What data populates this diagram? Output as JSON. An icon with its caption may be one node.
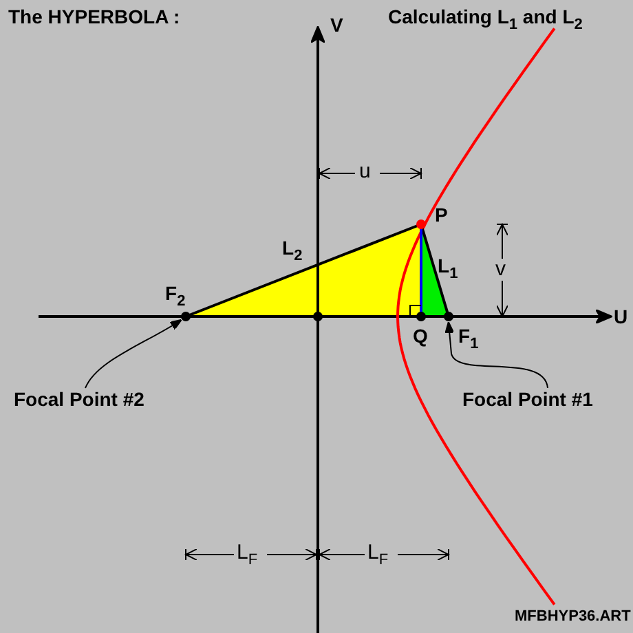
{
  "diagram": {
    "title": "The HYPERBOLA :",
    "nodes": [
      {
        "text": [
          "Focal Point #2"
        ]
      },
      {
        "text": [],
        "shape": "circle"
      },
      {
        "text": [
          "Focal Point #1"
        ]
      },
      {
        "text": [],
        "shape": "circle"
      }
    ],
    "edges": [
      {
        "from": 0,
        "to": 1,
        "arrow": "to"
      },
      {
        "from": 2,
        "to": 3,
        "arrow": "to"
      }
    ],
    "labels": [
      "Calculating L$_{1}$ and L$_{2}$",
      "V",
      "U",
      "u",
      "v",
      "P",
      "L$_{2}$",
      "L$_{1}$",
      "F$_{2}$",
      "Q",
      "F$_{1}$",
      "L$_{F}$",
      "L$_{F}$",
      "MFBHYP36.ART"
    ]
  }
}
